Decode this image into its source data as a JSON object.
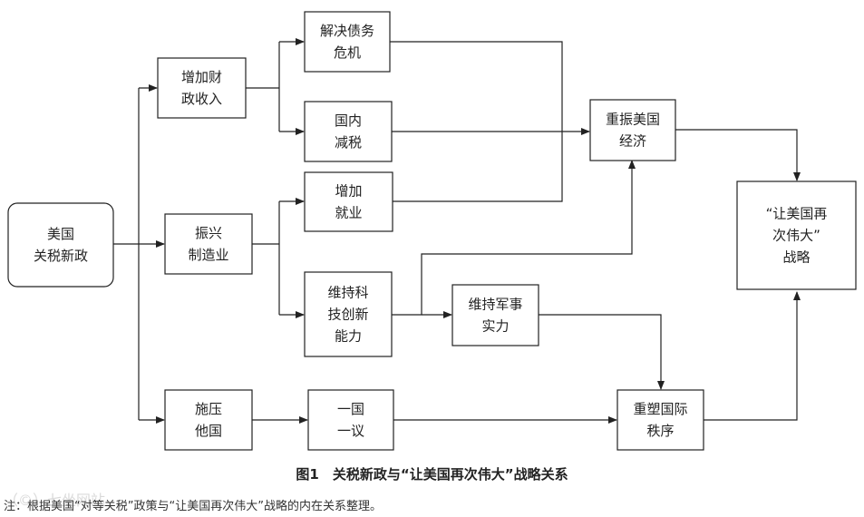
{
  "nodes": {
    "us_tariff_policy": [
      "美国",
      "关税新政"
    ],
    "increase_revenue": [
      "增加财",
      "政收入"
    ],
    "revive_manufacturing": [
      "振兴",
      "制造业"
    ],
    "pressure_others": [
      "施压",
      "他国"
    ],
    "debt_crisis": [
      "解决债务",
      "危机"
    ],
    "domestic_tax_cut": [
      "国内",
      "减税"
    ],
    "increase_employment": [
      "增加",
      "就业"
    ],
    "tech_innovation": [
      "维持科",
      "技创新",
      "能力"
    ],
    "one_country_one_deal": [
      "一国",
      "一议"
    ],
    "military_strength": [
      "维持军事",
      "实力"
    ],
    "revive_economy": [
      "重振美国",
      "经济"
    ],
    "reshape_order": [
      "重塑国际",
      "秩序"
    ],
    "maga_strategy": [
      "“让美国再",
      "次伟大”",
      "战略"
    ]
  },
  "caption": "图1　关税新政与“让美国再次伟大”战略关系",
  "note": "注：根据美国“对等关税”政策与“让美国再次伟大”战略的内在关系整理。",
  "watermark": "（©）七坐网站"
}
